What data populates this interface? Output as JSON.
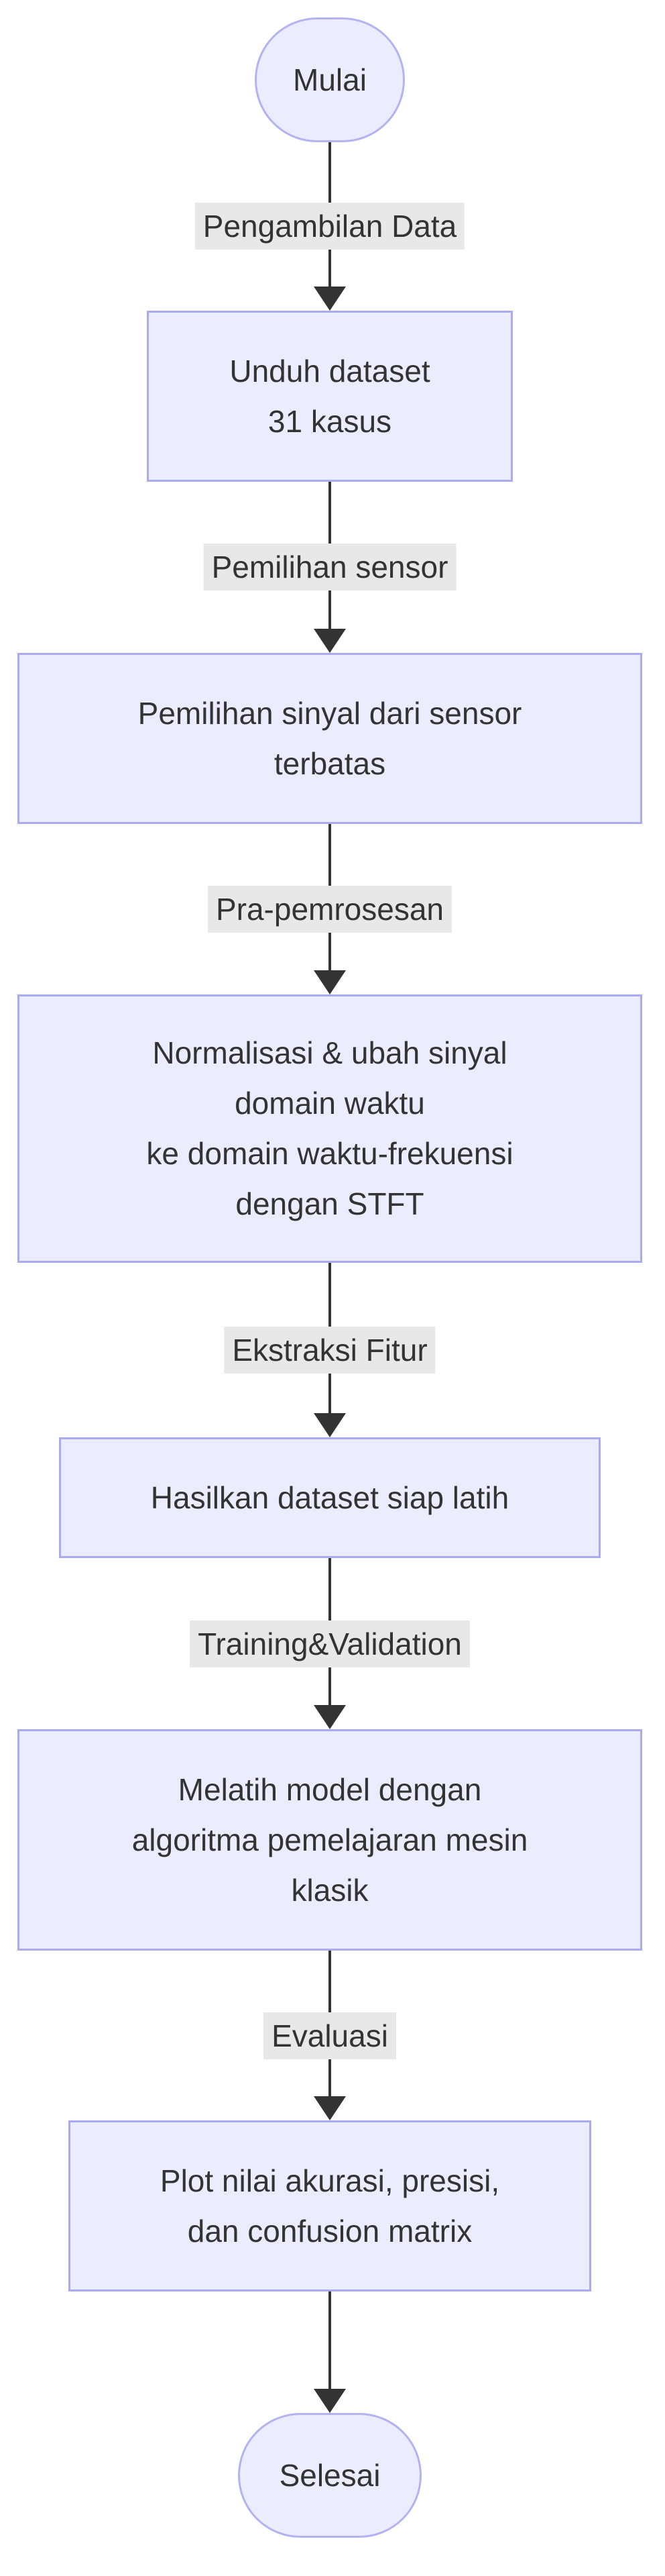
{
  "diagram": {
    "type": "flowchart-top-down",
    "nodes": [
      {
        "id": "start",
        "shape": "stadium",
        "text": "Mulai"
      },
      {
        "id": "download",
        "shape": "rect",
        "text": "Unduh dataset\n31 kasus"
      },
      {
        "id": "sensor",
        "shape": "rect",
        "text": "Pemilihan sinyal dari sensor\nterbatas"
      },
      {
        "id": "preprocess",
        "shape": "rect",
        "text": "Normalisasi & ubah sinyal\ndomain waktu\nke domain waktu-frekuensi\ndengan STFT"
      },
      {
        "id": "feature",
        "shape": "rect",
        "text": "Hasilkan dataset siap latih"
      },
      {
        "id": "training",
        "shape": "rect",
        "text": "Melatih model dengan\nalgoritma pemelajaran mesin\nklasik"
      },
      {
        "id": "evaluate",
        "shape": "rect",
        "text": "Plot nilai akurasi, presisi,\ndan confusion matrix"
      },
      {
        "id": "end",
        "shape": "stadium",
        "text": "Selesai"
      }
    ],
    "edge_labels": [
      "Pengambilan Data",
      "Pemilihan sensor",
      "Pra-pemrosesan",
      "Ekstraksi Fitur",
      "Training&Validation",
      "Evaluasi"
    ],
    "colors": {
      "background": "#FFFFFF",
      "node_fill": "#ECECFF",
      "node_border": "#AAAAF0",
      "edge": "#333333",
      "edge_label_bg": "#E8E8E8",
      "text": "#333333"
    }
  }
}
